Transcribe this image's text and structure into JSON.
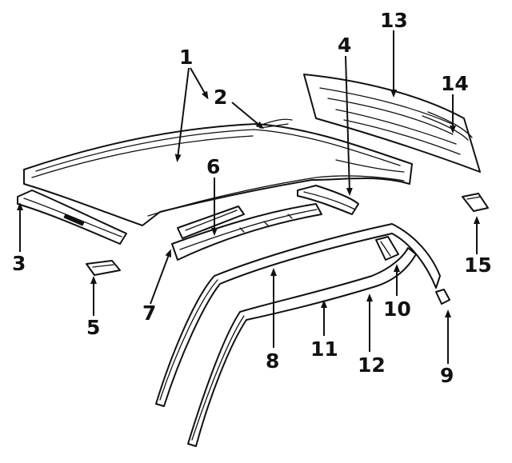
{
  "callouts": [
    {
      "id": "1",
      "text": "1"
    },
    {
      "id": "2",
      "text": "2"
    },
    {
      "id": "3",
      "text": "3"
    },
    {
      "id": "4",
      "text": "4"
    },
    {
      "id": "5",
      "text": "5"
    },
    {
      "id": "6",
      "text": "6"
    },
    {
      "id": "7",
      "text": "7"
    },
    {
      "id": "8",
      "text": "8"
    },
    {
      "id": "9",
      "text": "9"
    },
    {
      "id": "10",
      "text": "10"
    },
    {
      "id": "11",
      "text": "11"
    },
    {
      "id": "12",
      "text": "12"
    },
    {
      "id": "13",
      "text": "13"
    },
    {
      "id": "14",
      "text": "14"
    },
    {
      "id": "15",
      "text": "15"
    }
  ],
  "colors": {
    "ink": "#111111",
    "background": "#ffffff"
  }
}
